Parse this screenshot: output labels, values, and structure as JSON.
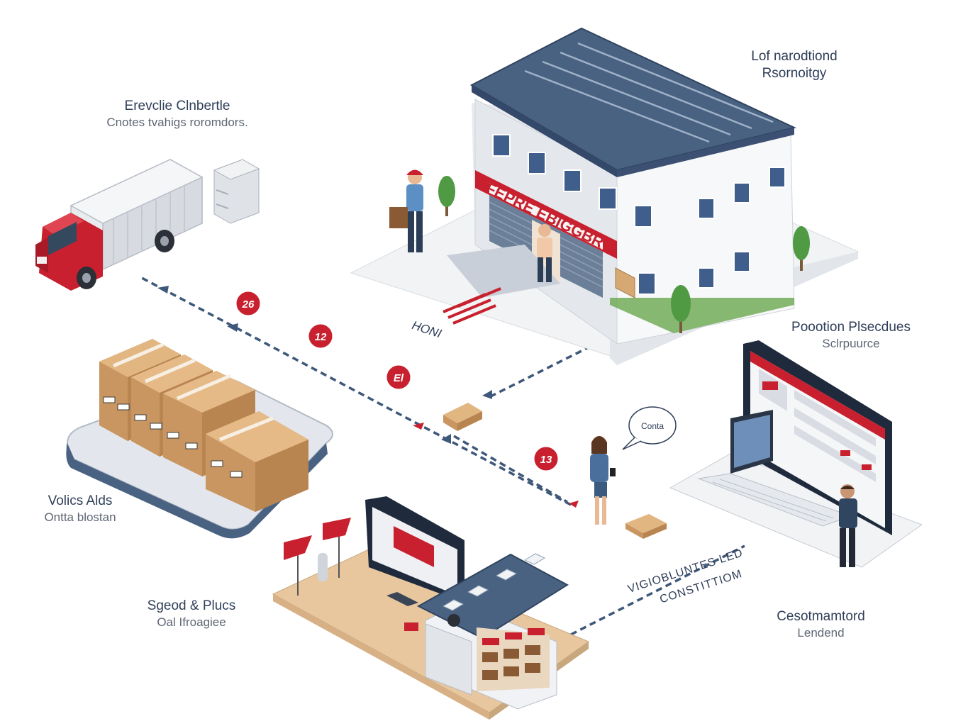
{
  "labels": {
    "top_left": {
      "title": "Erevclie Clnbertle",
      "subtitle": "Cnotes tvahigs roromdors."
    },
    "top_right": {
      "title": "Lof narodtiond",
      "subtitle": "Rsornoitgy"
    },
    "mid_right": {
      "title": "Poootion Plsecdues",
      "subtitle": "Sclrpuurce"
    },
    "mid_left": {
      "title": "Volics Alds",
      "subtitle": "Ontta blostan"
    },
    "bottom_left": {
      "title": "Sgeod & Plucs",
      "subtitle": "Oal Ifroagiee"
    },
    "bottom_right": {
      "title": "Cesotmamtord",
      "subtitle": "Lendend"
    }
  },
  "store_sign": "FEPRE EBIGGBR",
  "ground_text": "HONI",
  "speech_bubble": "Conta",
  "badges": [
    "26",
    "12",
    "El",
    "13"
  ],
  "arrow_text": {
    "line1": "VIGIOBLUNTES LED",
    "line2": "CONSTITTIOM"
  },
  "colors": {
    "accent_red": "#c8202e",
    "roof_blue": "#4a6282",
    "dash_blue": "#3e587a",
    "box_tan": "#d6a874"
  }
}
